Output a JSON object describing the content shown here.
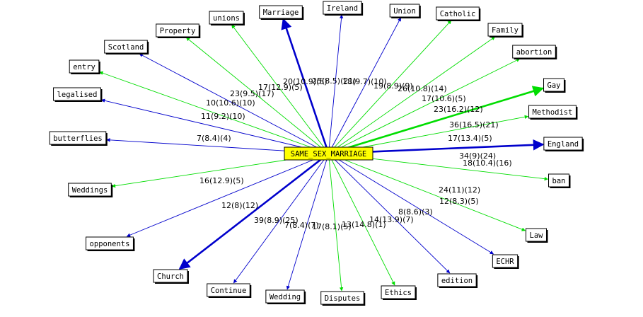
{
  "center": {
    "label": "SAME_SEX_MARRIAGE",
    "fill": "#ffff00"
  },
  "colors": {
    "blue": "#0000cc",
    "green": "#00dd00"
  },
  "edges": [
    {
      "target": "Marriage",
      "label": "20(10.9)(5)",
      "color": "blue",
      "bold": true
    },
    {
      "target": "Ireland",
      "label": "25(8.5)(21)",
      "color": "blue",
      "bold": false
    },
    {
      "target": "Union",
      "label": "18(9.7)(10)",
      "color": "blue",
      "bold": false
    },
    {
      "target": "Catholic",
      "label": "19(8.9)(9)",
      "color": "green",
      "bold": false
    },
    {
      "target": "Family",
      "label": "26(10.8)(14)",
      "color": "green",
      "bold": false
    },
    {
      "target": "abortion",
      "label": "17(10.6)(5)",
      "color": "green",
      "bold": false
    },
    {
      "target": "Gay",
      "label": "23(16.2)(12)",
      "color": "green",
      "bold": true
    },
    {
      "target": "Methodist",
      "label": "36(16.5)(21)",
      "color": "green",
      "bold": false
    },
    {
      "target": "England",
      "label": "17(13.4)(5)",
      "color": "blue",
      "bold": true
    },
    {
      "target": "ban",
      "label": "34(9)(24)",
      "color": "green",
      "bold": false
    },
    {
      "target": "ECHR",
      "label": "18(10.4)(16)",
      "color": "blue",
      "bold": false
    },
    {
      "target": "Law",
      "label": "24(11)(12)",
      "color": "green",
      "bold": false
    },
    {
      "target": "edition",
      "label": "12(8.3)(5)",
      "color": "blue",
      "bold": false
    },
    {
      "target": "Ethics",
      "label": "8(8.6)(3)",
      "color": "green",
      "bold": false
    },
    {
      "target": "Disputes",
      "label": "14(13.9)(7)",
      "color": "green",
      "bold": false
    },
    {
      "target": "Wedding",
      "label": "13(14.8)(1)",
      "color": "blue",
      "bold": false
    },
    {
      "target": "Continue",
      "label": "17(8.1)(5)",
      "color": "blue",
      "bold": false
    },
    {
      "target": "Church",
      "label": "7(8.4)(7)",
      "color": "blue",
      "bold": true
    },
    {
      "target": "opponents",
      "label": "39(8.9)(25)",
      "color": "blue",
      "bold": false
    },
    {
      "target": "Weddings",
      "label": "12(8)(12)",
      "color": "green",
      "bold": false
    },
    {
      "target": "butterflies",
      "label": "16(12.9)(5)",
      "color": "blue",
      "bold": false
    },
    {
      "target": "legalised",
      "label": "7(8.4)(4)",
      "color": "blue",
      "bold": false
    },
    {
      "target": "entry",
      "label": "11(9.2)(10)",
      "color": "green",
      "bold": false
    },
    {
      "target": "Scotland",
      "label": "10(10.6)(10)",
      "color": "blue",
      "bold": false
    },
    {
      "target": "Property",
      "label": "23(9.5)(17)",
      "color": "green",
      "bold": false
    },
    {
      "target": "unions",
      "label": "17(12.9)(5)",
      "color": "green",
      "bold": false
    }
  ]
}
